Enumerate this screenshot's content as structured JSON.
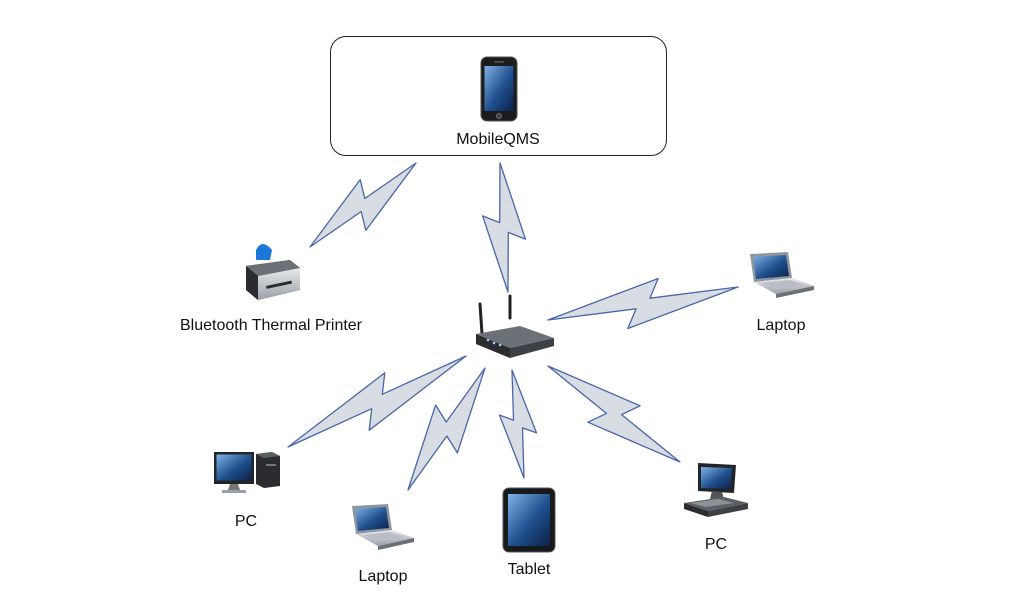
{
  "diagram": {
    "hub": {
      "label": "MobileQMS",
      "icon": "smartphone-icon"
    },
    "router": {
      "icon": "wireless-router-icon"
    },
    "nodes": [
      {
        "id": "printer",
        "label": "Bluetooth Thermal Printer",
        "icon": "printer-icon"
      },
      {
        "id": "laptop-right",
        "label": "Laptop",
        "icon": "laptop-icon"
      },
      {
        "id": "pc-left",
        "label": "PC",
        "icon": "desktop-pc-icon"
      },
      {
        "id": "laptop-bottom",
        "label": "Laptop",
        "icon": "laptop-icon"
      },
      {
        "id": "tablet",
        "label": "Tablet",
        "icon": "tablet-icon"
      },
      {
        "id": "pc-right",
        "label": "PC",
        "icon": "pos-terminal-icon"
      }
    ],
    "connections": [
      {
        "from": "hub",
        "to": "printer",
        "type": "wireless"
      },
      {
        "from": "hub",
        "to": "router",
        "type": "wireless"
      },
      {
        "from": "router",
        "to": "laptop-right",
        "type": "wireless"
      },
      {
        "from": "router",
        "to": "pc-left",
        "type": "wireless"
      },
      {
        "from": "router",
        "to": "laptop-bottom",
        "type": "wireless"
      },
      {
        "from": "router",
        "to": "tablet",
        "type": "wireless"
      },
      {
        "from": "router",
        "to": "pc-right",
        "type": "wireless"
      }
    ],
    "colors": {
      "bolt_fill": "#d8dce3",
      "bolt_stroke": "#4a66a8"
    }
  }
}
